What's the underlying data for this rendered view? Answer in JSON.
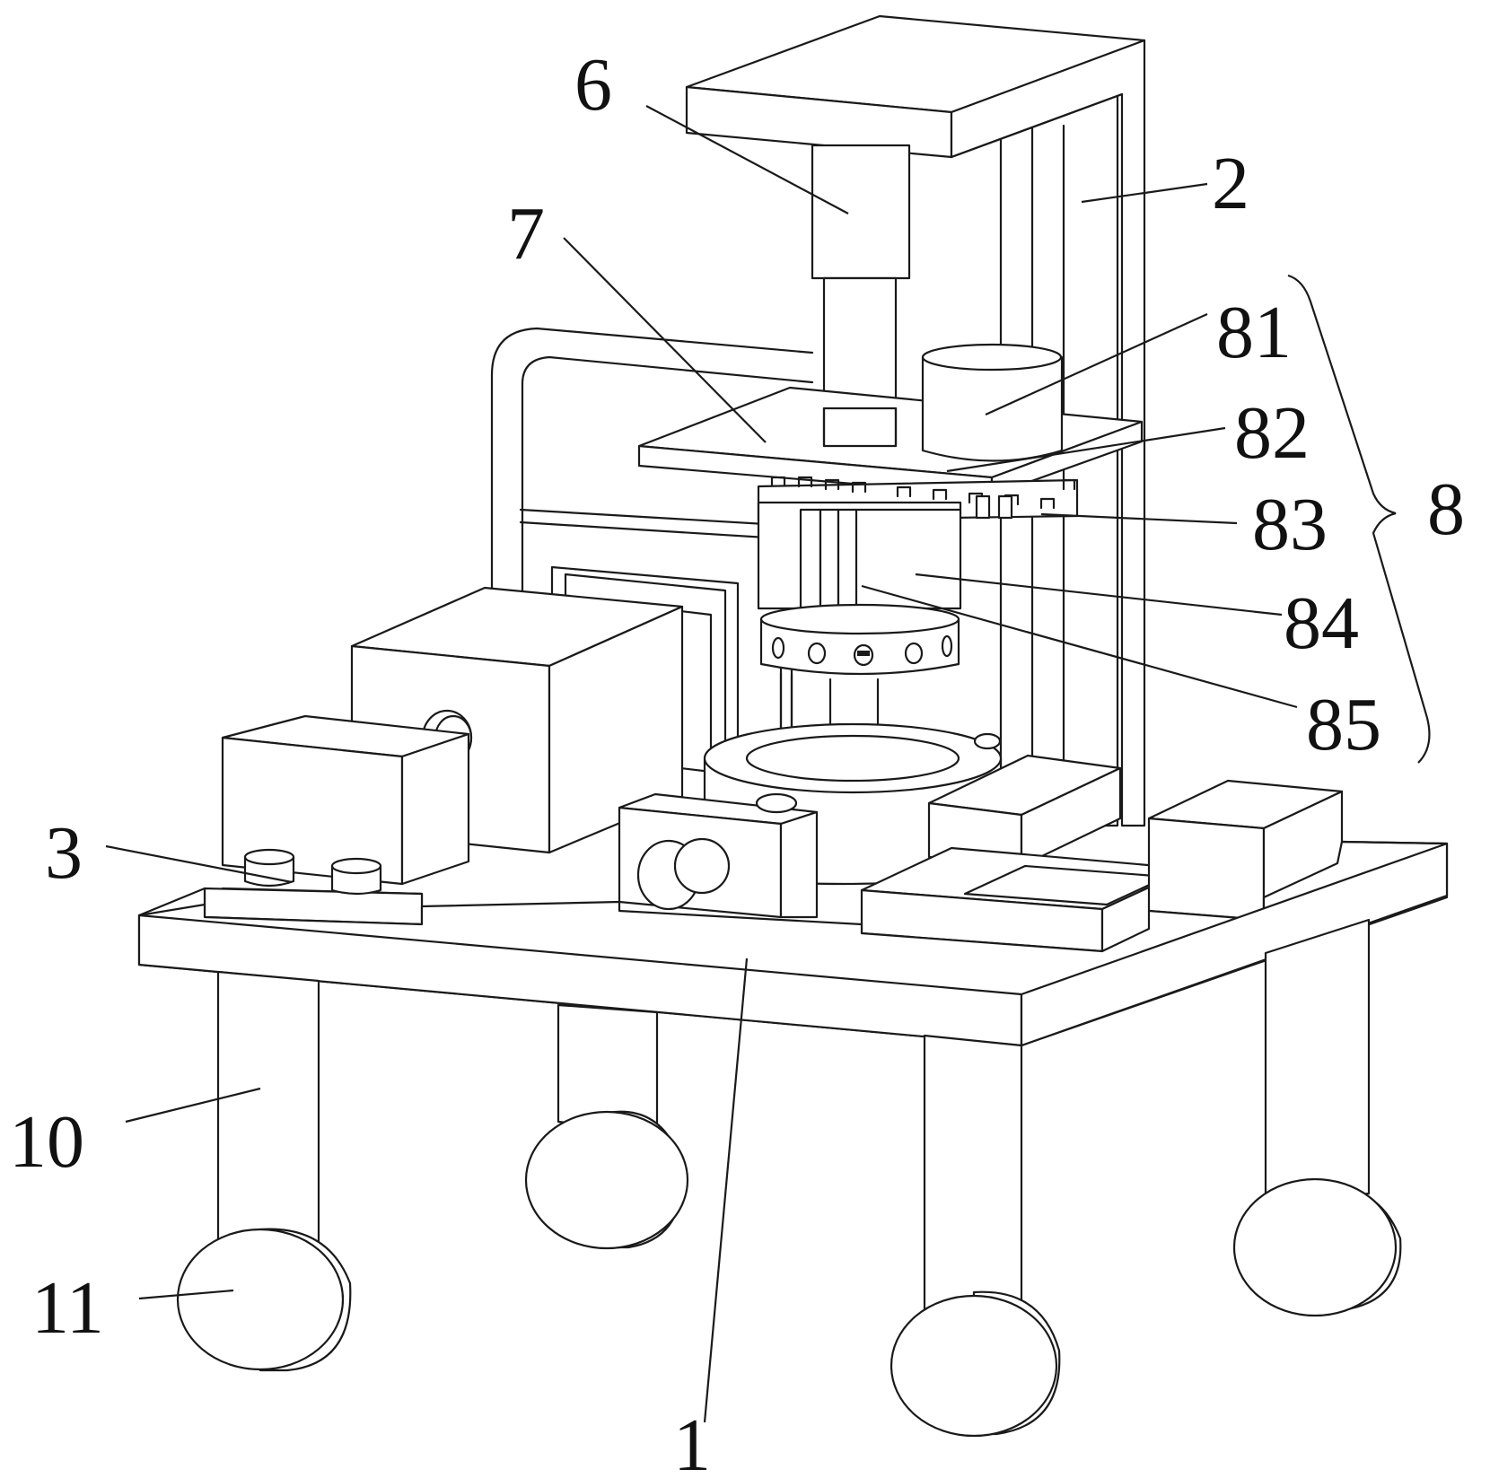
{
  "figure": {
    "callouts": [
      {
        "id": "1",
        "text": "1"
      },
      {
        "id": "2",
        "text": "2"
      },
      {
        "id": "3",
        "text": "3"
      },
      {
        "id": "6",
        "text": "6"
      },
      {
        "id": "7",
        "text": "7"
      },
      {
        "id": "8",
        "text": "8"
      },
      {
        "id": "81",
        "text": "81"
      },
      {
        "id": "82",
        "text": "82"
      },
      {
        "id": "83",
        "text": "83"
      },
      {
        "id": "84",
        "text": "84"
      },
      {
        "id": "85",
        "text": "85"
      },
      {
        "id": "10",
        "text": "10"
      },
      {
        "id": "11",
        "text": "11"
      }
    ]
  }
}
